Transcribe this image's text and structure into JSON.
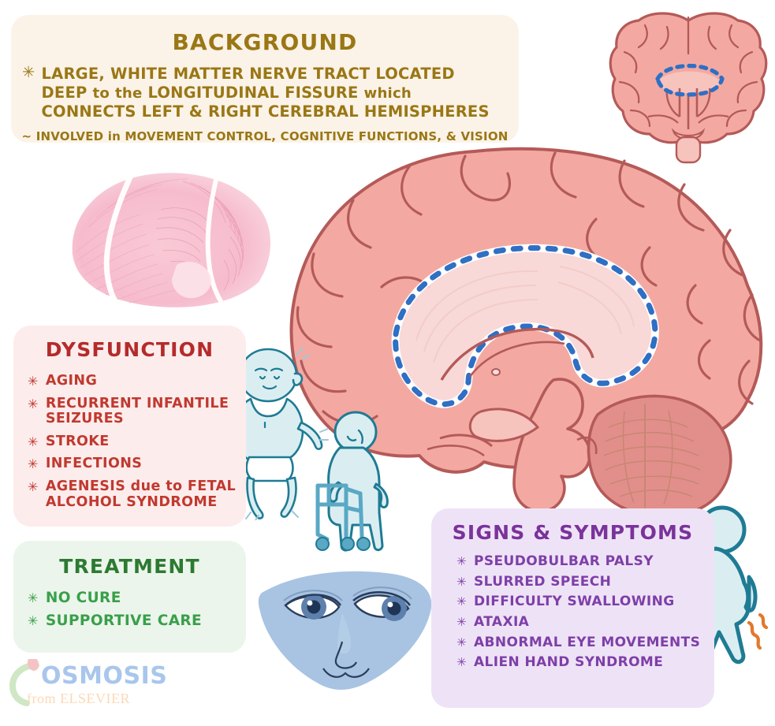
{
  "panels": {
    "background": {
      "title": "BACKGROUND",
      "bullet_symbol": "✳",
      "main_text_parts": [
        {
          "t": "LARGE, WHITE MATTER NERVE TRACT LOCATED DEEP ",
          "case": "upper"
        },
        {
          "t": "to",
          "case": "lower"
        },
        {
          "t": " ",
          "case": "upper"
        },
        {
          "t": "the",
          "case": "lower"
        },
        {
          "t": " LONGITUDINAL FISSURE ",
          "case": "upper"
        },
        {
          "t": "which",
          "case": "lower"
        },
        {
          "t": " CONNECTS LEFT & RIGHT CEREBRAL HEMISPHERES",
          "case": "upper"
        }
      ],
      "main_text_plain": "LARGE, WHITE MATTER NERVE TRACT LOCATED DEEP to the LONGITUDINAL FISSURE which CONNECTS LEFT & RIGHT CEREBRAL HEMISPHERES",
      "sub_symbol": "~",
      "sub_text_plain": "INVOLVED in MOVEMENT CONTROL, COGNITIVE FUNCTIONS, & VISION",
      "color_bg": "#fbf3e8",
      "color_text": "#9a7715"
    },
    "dysfunction": {
      "title": "DYSFUNCTION",
      "bullet_symbol": "✳",
      "items": [
        "AGING",
        "RECURRENT INFANTILE SEIZURES",
        "STROKE",
        "INFECTIONS",
        "AGENESIS due to FETAL ALCOHOL SYNDROME"
      ],
      "color_bg": "#fdecec",
      "color_title": "#b42b2b",
      "color_text": "#c0392f"
    },
    "treatment": {
      "title": "TREATMENT",
      "bullet_symbol": "✳",
      "items": [
        "NO CURE",
        "SUPPORTIVE CARE"
      ],
      "color_bg": "#ecf5ec",
      "color_title": "#2c7a31",
      "color_text": "#39a04a"
    },
    "signs": {
      "title": "SIGNS & SYMPTOMS",
      "bullet_symbol": "✳",
      "items": [
        "PSEUDOBULBAR PALSY",
        "SLURRED SPEECH",
        "DIFFICULTY SWALLOWING",
        "ATAXIA",
        "ABNORMAL EYE MOVEMENTS",
        "ALIEN HAND SYNDROME"
      ],
      "color_bg": "#eee3f6",
      "color_title": "#7b329b",
      "color_text": "#7e3fa8"
    }
  },
  "illustrations": {
    "sagittal_brain": "sagittal-brain-with-corpus-callosum-highlighted",
    "coronal_brain": "coronal-brain-section-with-corpus-callosum-highlighted",
    "fiber_tract": "white-matter-fiber-tract-dissection",
    "baby": "seizing-infant-figure",
    "walker_person": "elderly-person-with-walker-figure",
    "face": "face-with-abnormal-eye-movements",
    "ataxia_person": "person-figure-with-ataxia-motion-lines",
    "highlight_color": "#2f6fc4",
    "brain_fill": "#f3a9a2",
    "brain_outline": "#b45a58",
    "figure_fill": "#daeef2",
    "figure_outline": "#1f7b94",
    "motion_line_color": "#e2782c"
  },
  "logo": {
    "word": "OSMOSIS",
    "subtitle": "from ELSEVIER",
    "word_color": "#a9c6ec",
    "subtitle_color": "#fbd9b6",
    "crescent_color": "#cfe7c5",
    "dot_color": "#f5c3c3"
  }
}
